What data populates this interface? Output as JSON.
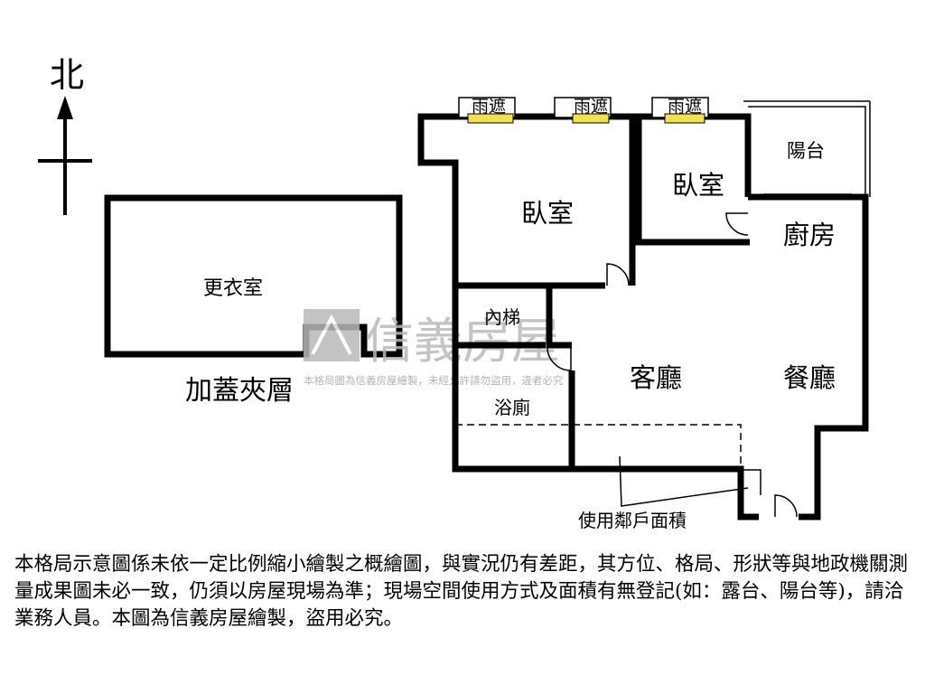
{
  "compass": {
    "north_label": "北"
  },
  "mezzanine": {
    "room_label": "更衣室",
    "caption": "加蓋夾層"
  },
  "rooms": {
    "awning_1": "雨遮",
    "awning_2": "雨遮",
    "awning_3": "雨遮",
    "bedroom_1": "臥室",
    "bedroom_2": "臥室",
    "balcony": "陽台",
    "kitchen": "廚房",
    "stairs": "內梯",
    "living": "客廳",
    "dining": "餐廳",
    "bathroom": "浴廁",
    "neighbor_area": "使用鄰戶面積"
  },
  "watermark": {
    "brand": "信義房屋",
    "notice": "本格局圖為信義房屋繪製，未經允許請勿盜用，違者必究"
  },
  "disclaimer": "本格局示意圖係未依一定比例縮小繪製之概繪圖，與實況仍有差距，其方位、格局、形狀等與地政機關測量成果圖未必一致，仍須以房屋現場為準；現場空間使用方式及面積有無登記(如：露台、陽台等)，請洽業務人員。本圖為信義房屋繪製，盜用必究。",
  "colors": {
    "wall": "#000000",
    "window_fill": "#f2e24a",
    "watermark": "#b9b9b9"
  }
}
